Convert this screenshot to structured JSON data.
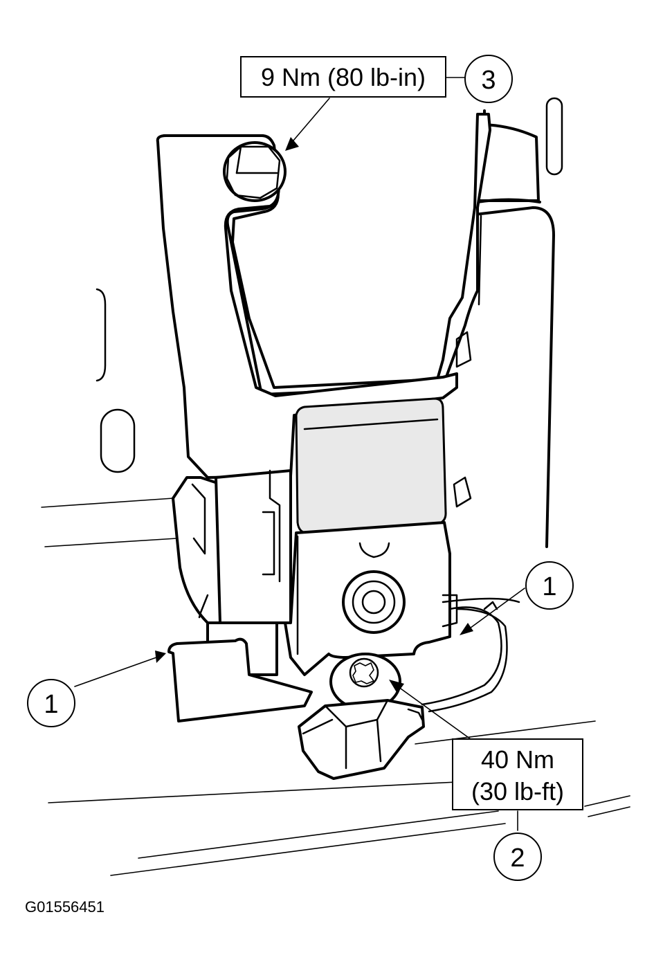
{
  "labels": {
    "torque_bolt": "9 Nm (80 lb-in)",
    "torque_nut_line1": "40 Nm",
    "torque_nut_line2": "(30 lb-ft)"
  },
  "callouts": {
    "top_right": "3",
    "right": "1",
    "left": "1",
    "bottom": "2"
  },
  "figure_id": "G01556451"
}
